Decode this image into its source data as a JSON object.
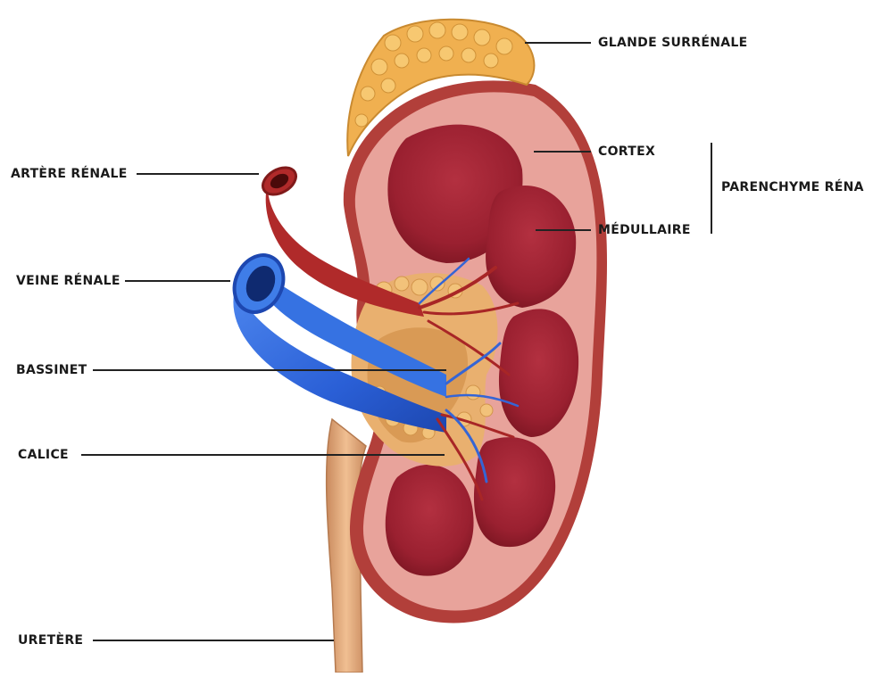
{
  "labels": {
    "adrenal_gland": "GLANDE SURRÉNALE",
    "cortex": "CORTEX",
    "medulla": "MÉDULLAIRE",
    "parenchyma": "PARENCHYME RÉNA",
    "renal_artery": "ARTÈRE RÉNALE",
    "renal_vein": "VEINE RÉNALE",
    "pelvis": "BASSINET",
    "calyx": "CALICE",
    "ureter": "URETÈRE"
  },
  "colors": {
    "outer_capsule": "#b23f3a",
    "cortex": "#e8a39b",
    "medulla": "#a52532",
    "medulla_dark": "#8c1b27",
    "adrenal": "#f0b050",
    "pelvis_fat": "#e9b06f",
    "ureter": "#e2a776",
    "vein": "#2d64d8",
    "artery": "#b02a2a",
    "leader_line": "#222222"
  }
}
